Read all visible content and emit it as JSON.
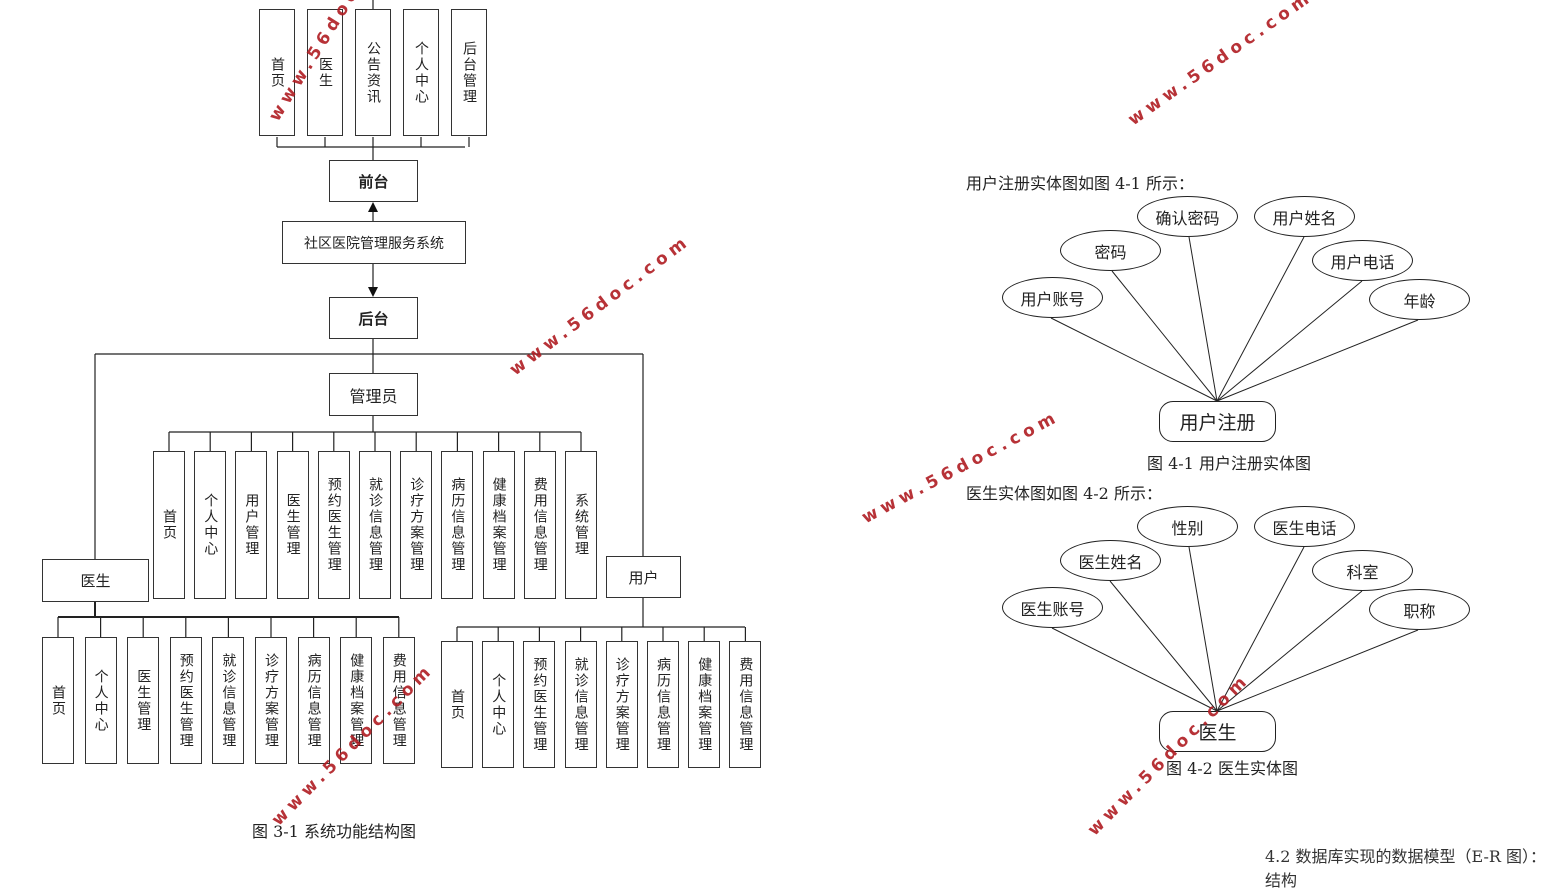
{
  "structure_chart": {
    "front_modules": [
      "首页",
      "医生",
      "公告资讯",
      "个人中心",
      "后台管理"
    ],
    "front_label": "前台",
    "system_label": "社区医院管理服务系统",
    "back_label": "后台",
    "admin_label": "管理员",
    "admin_modules": [
      "首页",
      "个人中心",
      "用户管理",
      "医生管理",
      "预约医生管理",
      "就诊信息管理",
      "诊疗方案管理",
      "病历信息管理",
      "健康档案管理",
      "费用信息管理",
      "系统管理"
    ],
    "doctor_label": "医生",
    "doctor_modules": [
      "首页",
      "个人中心",
      "医生管理",
      "预约医生管理",
      "就诊信息管理",
      "诊疗方案管理",
      "病历信息管理",
      "健康档案管理",
      "费用信息管理"
    ],
    "user_label": "用户",
    "user_modules": [
      "首页",
      "个人中心",
      "预约医生管理",
      "就诊信息管理",
      "诊疗方案管理",
      "病历信息管理",
      "健康档案管理",
      "费用信息管理"
    ],
    "caption": "图 3-1 系统功能结构图"
  },
  "er_user": {
    "intro": "用户注册实体图如图 4-1 所示：",
    "attributes": [
      "用户账号",
      "密码",
      "确认密码",
      "用户姓名",
      "用户电话",
      "年龄"
    ],
    "entity": "用户注册",
    "caption": "图 4-1 用户注册实体图"
  },
  "er_doctor": {
    "intro": "医生实体图如图 4-2 所示：",
    "attributes": [
      "医生账号",
      "医生姓名",
      "性别",
      "医生电话",
      "科室",
      "职称"
    ],
    "entity": "医生",
    "caption": "图 4-2 医生实体图"
  },
  "footer_cut_text": "4.2 数据库实现的数据模型（E-R 图）：结构",
  "watermark": "www.56doc.com",
  "colors": {
    "watermark": "#b01c22",
    "line": "#222222"
  }
}
